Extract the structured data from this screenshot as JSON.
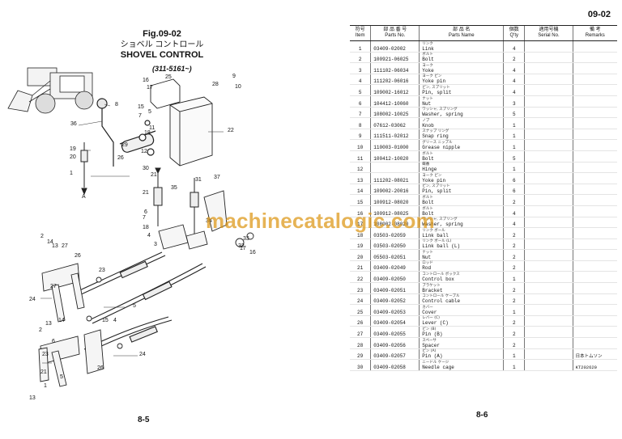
{
  "left_page": {
    "fig_code": "Fig.09-02",
    "fig_title_jp": "ショベル コントロール",
    "fig_title_en": "SHOVEL CONTROL",
    "serial_range": "(311-5161~)",
    "page_number": "8-5",
    "diagram_labels": [
      "25",
      "16",
      "17",
      "28",
      "9",
      "10",
      "8",
      "15",
      "7",
      "18",
      "22",
      "36",
      "5",
      "11",
      "29",
      "12",
      "19",
      "26",
      "20",
      "30",
      "21",
      "1",
      "A",
      "37",
      "35",
      "21",
      "31",
      "34",
      "6",
      "7",
      "33",
      "18",
      "4",
      "3",
      "32",
      "17",
      "16",
      "2",
      "14",
      "13",
      "27",
      "26",
      "23",
      "24",
      "5",
      "27",
      "15",
      "4",
      "13",
      "14",
      "26",
      "24",
      "23",
      "21",
      "1",
      "2",
      "13",
      "5",
      "6"
    ]
  },
  "right_page": {
    "page_code": "09-02",
    "page_number": "8-6",
    "watermark": "machinecatalogic.com",
    "columns": {
      "item_jp": "符号",
      "item_en": "Item",
      "part_no_jp": "部 品 番 号",
      "part_no_en": "Parts No.",
      "name_jp": "部 品 名",
      "name_en": "Parts Name",
      "qty_jp": "個数",
      "qty_en": "Q'ty",
      "serial_jp": "適用号機",
      "serial_en": "Serial No.",
      "remarks_jp": "備 考",
      "remarks_en": "Remarks"
    },
    "parts": [
      {
        "item": "1",
        "part_no": "03409-02002",
        "kana": "リンク",
        "name": "Link",
        "qty": "4",
        "remarks": ""
      },
      {
        "item": "2",
        "part_no": "100921-06025",
        "kana": "ボルト",
        "name": "Bolt",
        "qty": "2",
        "remarks": ""
      },
      {
        "item": "3",
        "part_no": "111102-06034",
        "kana": "ヨーク",
        "name": "Yoke",
        "qty": "4",
        "remarks": ""
      },
      {
        "item": "4",
        "part_no": "111202-06016",
        "kana": "ヨーク ピン",
        "name": "Yoke pin",
        "qty": "4",
        "remarks": ""
      },
      {
        "item": "5",
        "part_no": "109002-16012",
        "kana": "ピン, スプリット",
        "name": "Pin, split",
        "qty": "4",
        "remarks": ""
      },
      {
        "item": "6",
        "part_no": "104412-10060",
        "kana": "ナット",
        "name": "Nut",
        "qty": "3",
        "remarks": ""
      },
      {
        "item": "7",
        "part_no": "108002-10025",
        "kana": "ワッシャ, スプリング",
        "name": "Washer, spring",
        "qty": "5",
        "remarks": ""
      },
      {
        "item": "8",
        "part_no": "07612-03062",
        "kana": "ノブ",
        "name": "Knob",
        "qty": "1",
        "remarks": ""
      },
      {
        "item": "9",
        "part_no": "111511-02012",
        "kana": "スナップ リング",
        "name": "Snap ring",
        "qty": "1",
        "remarks": ""
      },
      {
        "item": "10",
        "part_no": "110003-01000",
        "kana": "グリース ニップル",
        "name": "Grease nipple",
        "qty": "1",
        "remarks": ""
      },
      {
        "item": "11",
        "part_no": "100412-10020",
        "kana": "ボルト",
        "name": "Bolt",
        "qty": "5",
        "remarks": ""
      },
      {
        "item": "12",
        "part_no": "",
        "kana": "蝶番",
        "name": "Hinge",
        "qty": "1",
        "remarks": ""
      },
      {
        "item": "13",
        "part_no": "111202-08021",
        "kana": "ヨーク ピン",
        "name": "Yoke pin",
        "qty": "6",
        "remarks": ""
      },
      {
        "item": "14",
        "part_no": "109002-20016",
        "kana": "ピン, スプリット",
        "name": "Pin, split",
        "qty": "6",
        "remarks": ""
      },
      {
        "item": "15",
        "part_no": "100912-08020",
        "kana": "ボルト",
        "name": "Bolt",
        "qty": "2",
        "remarks": ""
      },
      {
        "item": "16",
        "part_no": "100912-08025",
        "kana": "ボルト",
        "name": "Bolt",
        "qty": "4",
        "remarks": ""
      },
      {
        "item": "17",
        "part_no": "108002-08020",
        "kana": "ワッシャ, スプリング",
        "name": "Washer, spring",
        "qty": "4",
        "remarks": ""
      },
      {
        "item": "18",
        "part_no": "03503-02059",
        "kana": "リンク ボール",
        "name": "Link ball",
        "qty": "2",
        "remarks": ""
      },
      {
        "item": "19",
        "part_no": "03503-02050",
        "kana": "リンク ボール (L)",
        "name": "Link ball (L)",
        "qty": "2",
        "remarks": ""
      },
      {
        "item": "20",
        "part_no": "05503-02051",
        "kana": "ナット",
        "name": "Nut",
        "qty": "2",
        "remarks": ""
      },
      {
        "item": "21",
        "part_no": "03409-02049",
        "kana": "ロッド",
        "name": "Rod",
        "qty": "2",
        "remarks": ""
      },
      {
        "item": "22",
        "part_no": "03409-02050",
        "kana": "コントロール ボックス",
        "name": "Control box",
        "qty": "1",
        "remarks": ""
      },
      {
        "item": "23",
        "part_no": "03409-02051",
        "kana": "ブラケット",
        "name": "Bracket",
        "qty": "2",
        "remarks": ""
      },
      {
        "item": "24",
        "part_no": "03409-02052",
        "kana": "コントロール ケーブル",
        "name": "Control cable",
        "qty": "2",
        "remarks": ""
      },
      {
        "item": "25",
        "part_no": "03409-02053",
        "kana": "カバー",
        "name": "Cover",
        "qty": "1",
        "remarks": ""
      },
      {
        "item": "26",
        "part_no": "03409-02054",
        "kana": "レバー (C)",
        "name": "Lever (C)",
        "qty": "2",
        "remarks": ""
      },
      {
        "item": "27",
        "part_no": "03409-02055",
        "kana": "ピン (B)",
        "name": "Pin (B)",
        "qty": "2",
        "remarks": ""
      },
      {
        "item": "28",
        "part_no": "03409-02056",
        "kana": "スペーサ",
        "name": "Spacer",
        "qty": "2",
        "remarks": ""
      },
      {
        "item": "29",
        "part_no": "03409-02057",
        "kana": "ピン (A)",
        "name": "Pin (A)",
        "qty": "1",
        "remarks": "日本トムソン"
      },
      {
        "item": "30",
        "part_no": "03409-02058",
        "kana": "ニードル ケージ",
        "name": "Needle cage",
        "qty": "1",
        "remarks": "KT202620"
      }
    ]
  }
}
